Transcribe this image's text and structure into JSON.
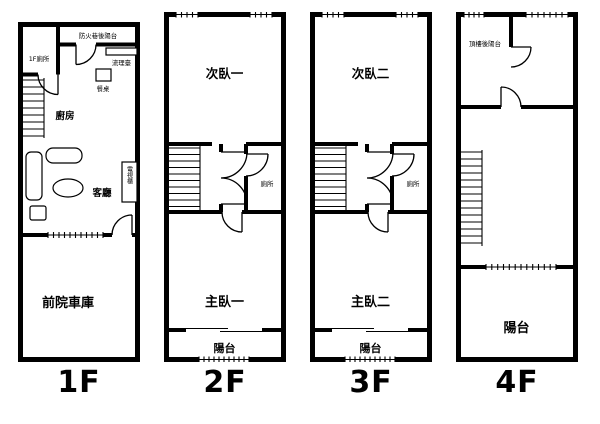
{
  "colors": {
    "wall": "#000000",
    "background": "#ffffff"
  },
  "floors": [
    {
      "label": "1F",
      "rooms": {
        "back_balcony": "防火巷後陽台",
        "toilet": "1F廁所",
        "sink": "流理臺",
        "dining_table": "餐桌",
        "kitchen": "廚房",
        "living_room": "客廳",
        "tv_cabinet": "電視櫃",
        "garage": "前院車庫"
      }
    },
    {
      "label": "2F",
      "rooms": {
        "bedroom": "次臥一",
        "toilet": "廁所",
        "master": "主臥一",
        "balcony": "陽台"
      }
    },
    {
      "label": "3F",
      "rooms": {
        "bedroom": "次臥二",
        "toilet": "廁所",
        "master": "主臥二",
        "balcony": "陽台"
      }
    },
    {
      "label": "4F",
      "rooms": {
        "roof_balcony": "頂樓後陽台",
        "balcony": "陽台"
      }
    }
  ]
}
